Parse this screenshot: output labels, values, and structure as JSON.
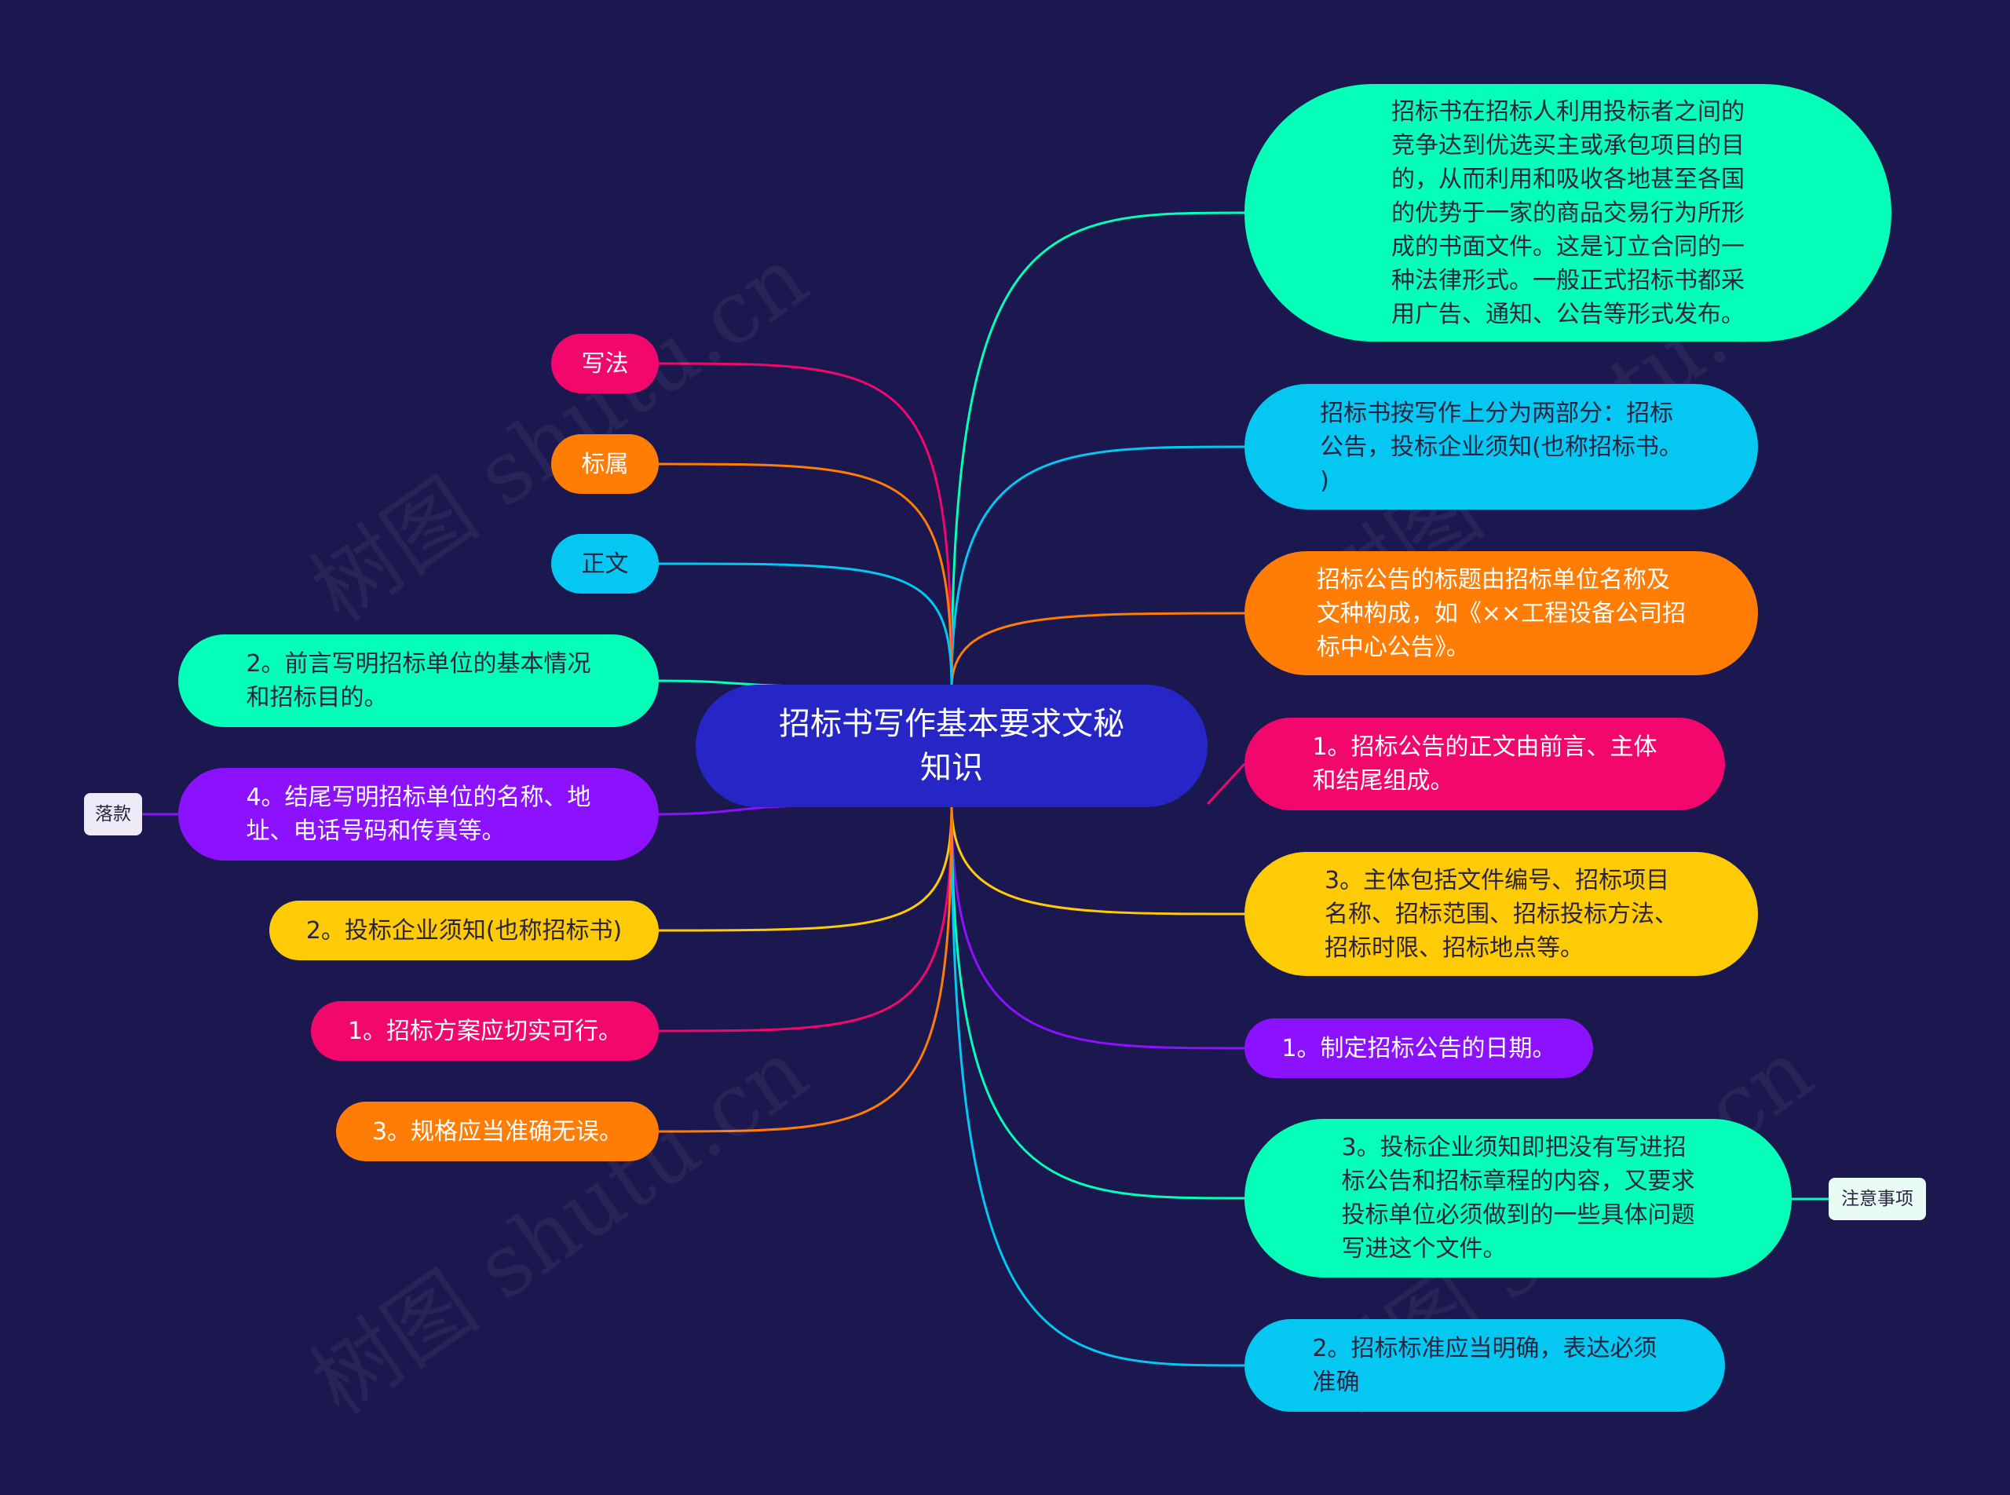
{
  "colors": {
    "background": "#1b174f",
    "root": "#2626c6",
    "teal": "#05ffb9",
    "cyan": "#04c8f2",
    "orange": "#ff7c05",
    "pink": "#f2086c",
    "yellow": "#ffcb05",
    "purple": "#8c11ff"
  },
  "watermark": "树图 shutu.cn",
  "root": {
    "label": "招标书写作基本要求文秘知识",
    "line1": "招标书写作基本要求文秘",
    "line2": "知识"
  },
  "right": [
    {
      "text": "招标书在招标人利用投标者之间的\n竞争达到优选买主或承包项目的目\n的，从而利用和吸收各地甚至各国\n的优势于一家的商品交易行为所形\n成的书面文件。这是订立合同的一\n种法律形式。一般正式招标书都采\n用广告、通知、公告等形式发布。",
      "color": "teal"
    },
    {
      "text": "招标书按写作上分为两部分：招标\n公告，投标企业须知(也称招标书。\n)",
      "color": "cyan"
    },
    {
      "text": "招标公告的标题由招标单位名称及\n文种构成，如《××工程设备公司招\n标中心公告》。",
      "color": "orange"
    },
    {
      "text": "1。招标公告的正文由前言、主体\n和结尾组成。",
      "color": "pink"
    },
    {
      "text": "3。主体包括文件编号、招标项目\n名称、招标范围、招标投标方法、\n招标时限、招标地点等。",
      "color": "yellow"
    },
    {
      "text": "1。制定招标公告的日期。",
      "color": "purple"
    },
    {
      "text": "3。投标企业须知即把没有写进招\n标公告和招标章程的内容，又要求\n投标单位必须做到的一些具体问题\n写进这个文件。",
      "color": "teal",
      "tag": "注意事项"
    },
    {
      "text": "2。招标标准应当明确，表达必须\n准确",
      "color": "cyan"
    }
  ],
  "left": [
    {
      "text": "写法",
      "color": "pink"
    },
    {
      "text": "标属",
      "color": "orange"
    },
    {
      "text": "正文",
      "color": "cyan"
    },
    {
      "text": "2。前言写明招标单位的基本情况\n和招标目的。",
      "color": "teal"
    },
    {
      "text": "4。结尾写明招标单位的名称、地\n址、电话号码和传真等。",
      "color": "purple",
      "tag": "落款"
    },
    {
      "text": "2。投标企业须知(也称招标书)",
      "color": "yellow"
    },
    {
      "text": "1。招标方案应切实可行。",
      "color": "pink"
    },
    {
      "text": "3。规格应当准确无误。",
      "color": "orange"
    }
  ]
}
